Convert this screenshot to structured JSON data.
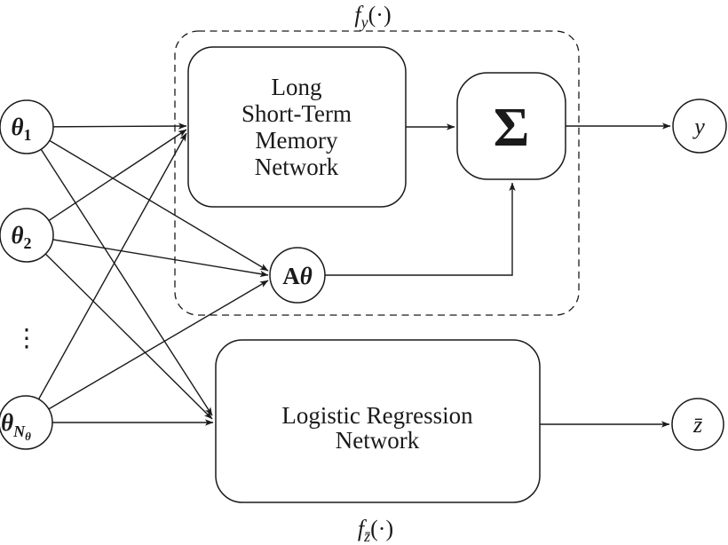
{
  "figure": {
    "fy_label": {
      "f": "f",
      "sub": "y",
      "args": "(·)"
    },
    "fz_label": {
      "f": "f",
      "sub": "z̄",
      "args": "(·)"
    },
    "inputs": {
      "theta1": {
        "sym": "θ",
        "sub": "1"
      },
      "theta2": {
        "sym": "θ",
        "sub": "2"
      },
      "thetaN": {
        "sym": "θ",
        "sub": "N",
        "subsub": "θ"
      },
      "ellipsis": "⋮"
    },
    "lstm_box": {
      "lines": [
        "Long",
        "Short-Term",
        "Memory",
        "Network"
      ]
    },
    "logistic_box": {
      "lines": [
        "Logistic Regression",
        "Network"
      ]
    },
    "sum_symbol": "Σ",
    "atheta_node": {
      "a": "A",
      "theta": "θ"
    },
    "outputs": {
      "y": "y",
      "zbar": "z̄"
    }
  }
}
